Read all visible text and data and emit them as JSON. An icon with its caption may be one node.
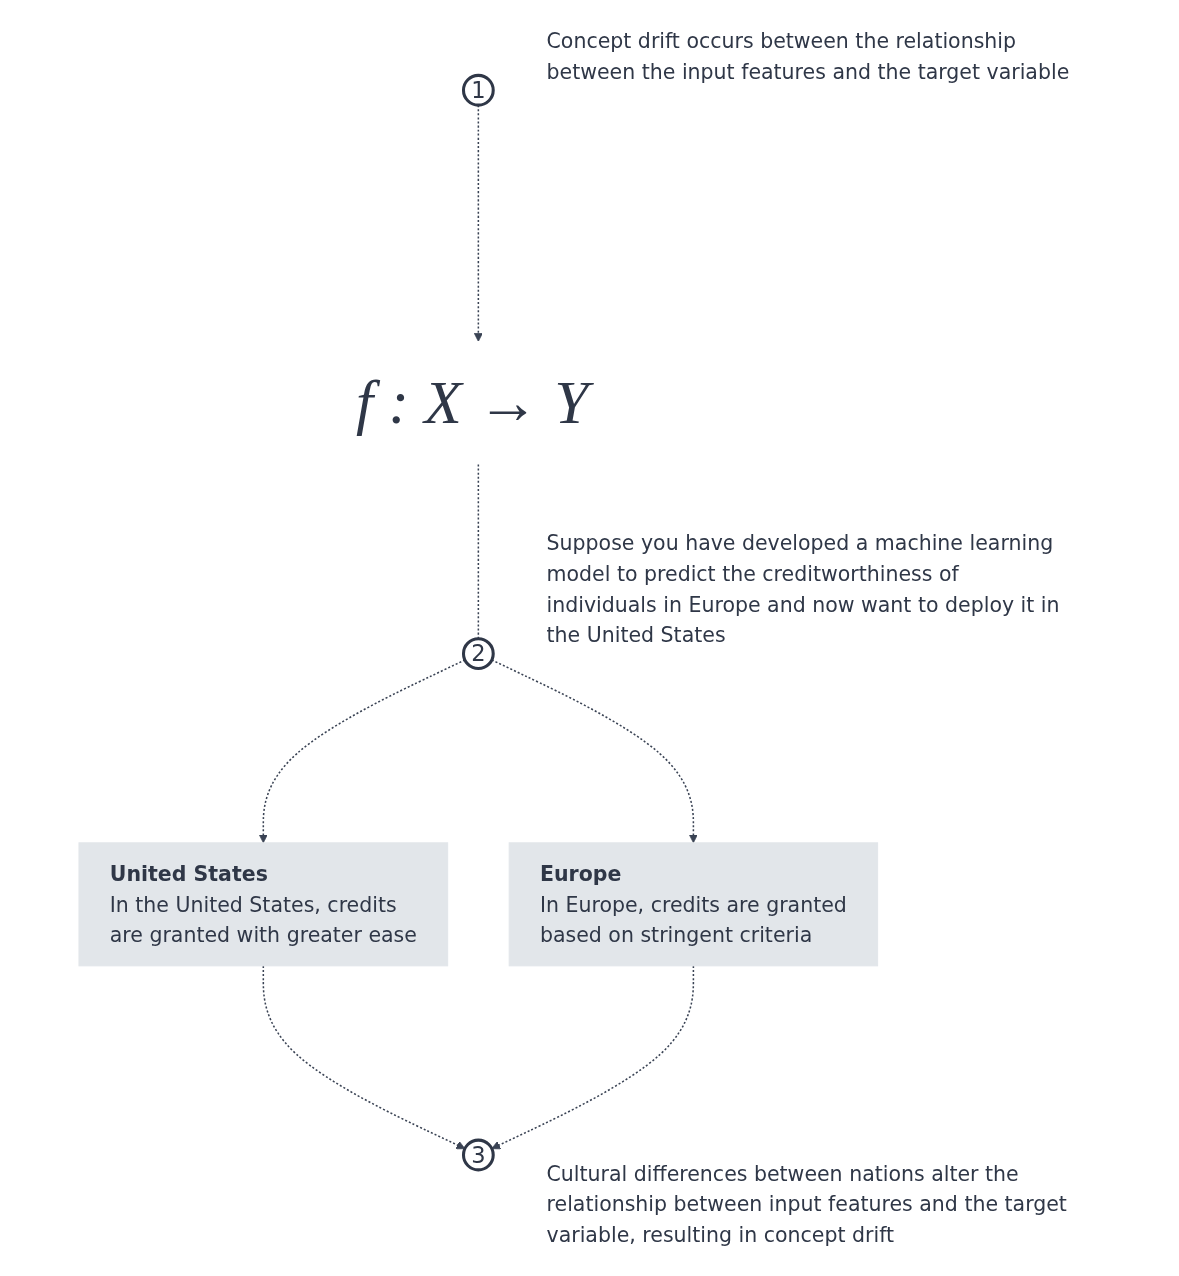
{
  "diagram": {
    "nodes": [
      {
        "text": [
          "1"
        ],
        "beside": [
          "Concept drift occurs between the relationship between the input features and the target variable"
        ]
      },
      {
        "text": [
          "f : X → Y"
        ]
      },
      {
        "text": [
          "2"
        ],
        "beside": [
          "Suppose you have developed a machine learning model to predict the creditworthiness of individuals in Europe and now want to deploy it in the United States"
        ]
      },
      {
        "text": [
          "United States",
          "In the United States, credits are granted with greater ease"
        ]
      },
      {
        "text": [
          "Europe",
          "In Europe, credits are granted based on stringent criteria"
        ]
      },
      {
        "text": [
          "3"
        ],
        "beside": [
          "Cultural differences between nations alter the relationship between input features and the target variable, resulting in concept drift"
        ]
      }
    ],
    "edges": [
      {
        "from": 0,
        "to": 1,
        "arrow": "to",
        "style": "dashed"
      },
      {
        "from": 1,
        "to": 2,
        "arrow": "none",
        "style": "dashed"
      },
      {
        "from": 2,
        "to": 3,
        "arrow": "to",
        "style": "dashed"
      },
      {
        "from": 2,
        "to": 4,
        "arrow": "to",
        "style": "dashed"
      },
      {
        "from": 3,
        "to": 5,
        "arrow": "to",
        "style": "dashed"
      },
      {
        "from": 4,
        "to": 5,
        "arrow": "to",
        "style": "dashed"
      }
    ]
  }
}
